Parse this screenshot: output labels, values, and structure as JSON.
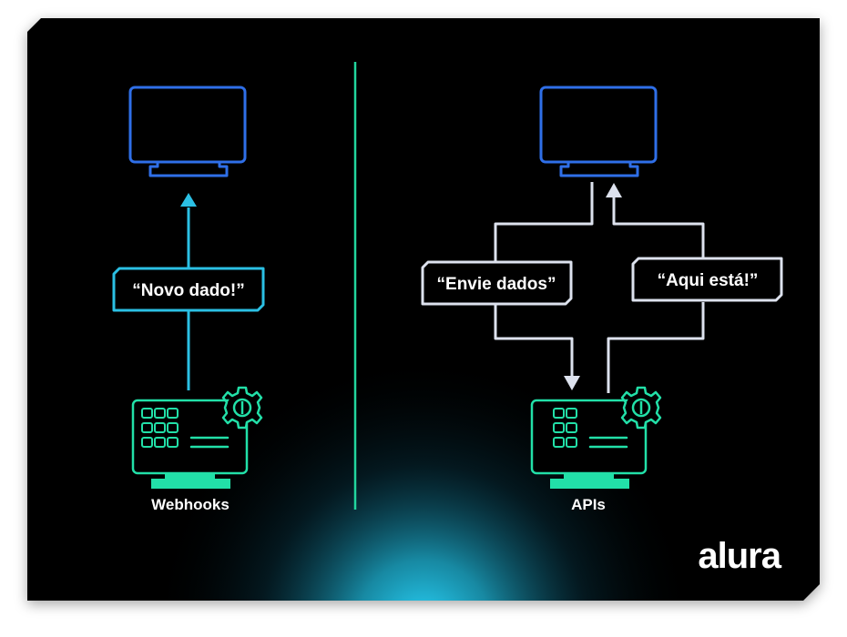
{
  "left": {
    "message": "“Novo dado!”",
    "caption": "Webhooks"
  },
  "right": {
    "request_message": "“Envie dados”",
    "response_message": "“Aqui está!”",
    "caption": "APIs"
  },
  "brand": {
    "logo_text": "alura"
  },
  "icons": {
    "client_monitor": "monitor-icon",
    "server": "server-dashboard-icon",
    "gear": "gear-icon"
  },
  "colors": {
    "background": "#000000",
    "monitor_blue": "#2f6fe8",
    "server_green": "#22e0a8",
    "webhook_cyan": "#2bc0e4",
    "api_white": "#dde2ee",
    "divider": "#22d69e",
    "glow": "#2ad8ff"
  }
}
